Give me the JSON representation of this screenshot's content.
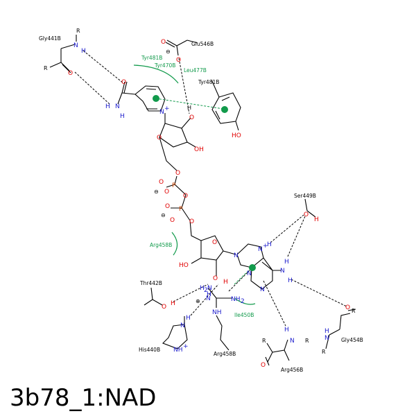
{
  "title": "3b78_1:NAD",
  "colors": {
    "hydrophobic": "#119a4b",
    "oxygen": "#e00000",
    "nitrogen": "#1a1acc",
    "phosphorus": "#cc4400"
  },
  "residues": {
    "gly441": "Gly441B",
    "glu546": "Glu546B",
    "tyr481_a": "Tyr481B",
    "tyr470": "Tyr470B",
    "leu477": "Leu477B",
    "tyr481_b": "Tyr481B",
    "ser449": "Ser449B",
    "arg458_a": "Arg458B",
    "thr442": "Thr442B",
    "his440": "His440B",
    "ile450": "Ile450B",
    "arg458_b": "Arg458B",
    "arg456": "Arg456B",
    "gly454": "Gly454B"
  },
  "atoms": {
    "O": "O",
    "N": "N",
    "H": "H",
    "P": "P",
    "R": "R",
    "HO": "HO",
    "OH": "OH",
    "NH2": "NH",
    "N_plus": "N",
    "NH_plus": "NH",
    "H2": "H",
    "minus": "⊖",
    "plus": "⊕",
    "sub2": "2",
    "sup_plus": "+"
  }
}
